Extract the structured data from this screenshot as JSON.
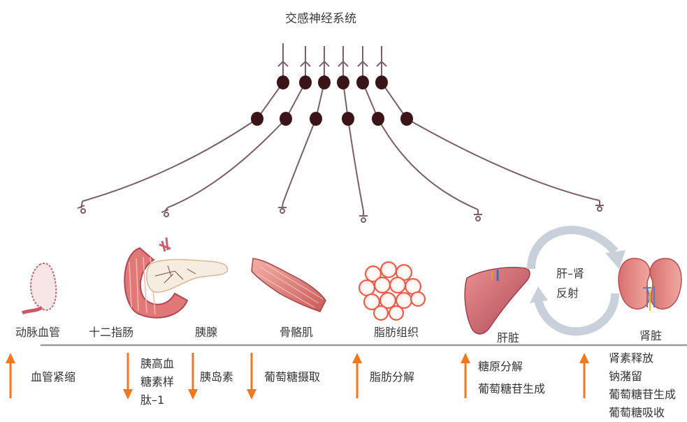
{
  "title": "交感神经系统",
  "colors": {
    "neuron": "#3a1418",
    "fiber": "#7a6066",
    "arrow": "#f07820",
    "baseline": "#9a9a9a",
    "cycle": "#c8d0da"
  },
  "organs": {
    "artery": "动脉血管",
    "duodenum": "十二指肠",
    "pancreas": "胰腺",
    "muscle": "骨骼肌",
    "fat": "脂肪组织",
    "liver": "肝脏",
    "kidney": "肾脏"
  },
  "reflex": {
    "line1": "肝–肾",
    "line2": "反射"
  },
  "effects": [
    {
      "direction": "up",
      "lines": [
        "血管紧缩"
      ]
    },
    {
      "direction": "down",
      "lines": [
        "胰高血",
        "糖素样",
        "肽–1"
      ]
    },
    {
      "direction": "down",
      "lines": [
        "胰岛素"
      ]
    },
    {
      "direction": "down",
      "lines": [
        "葡萄糖摄取"
      ]
    },
    {
      "direction": "up",
      "lines": [
        "脂肪分解"
      ]
    },
    {
      "direction": "up",
      "lines": [
        "糖原分解",
        "葡萄糖苷生成"
      ]
    },
    {
      "direction": "up",
      "lines": [
        "肾素释放",
        "钠潴留",
        "葡萄糖苷生成",
        "葡萄糖吸收"
      ]
    }
  ]
}
